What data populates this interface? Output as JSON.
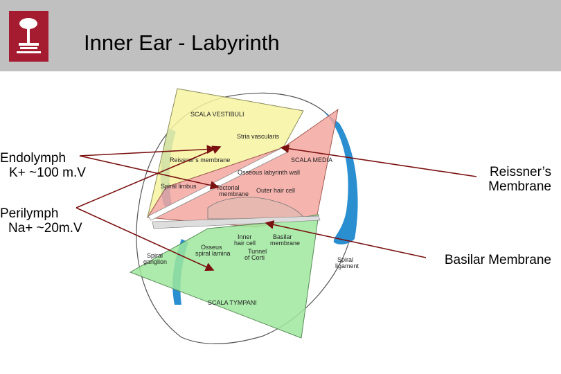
{
  "slide": {
    "title": "Inner Ear - Labyrinth"
  },
  "labels": {
    "endolymph": {
      "line1": "Endolymph",
      "line2": "K+ ~100 m.V"
    },
    "perilymph": {
      "line1": "Perilymph",
      "line2": "Na+ ~20m.V"
    },
    "reissner": {
      "line1": "Reissner’s",
      "line2": "Membrane"
    },
    "basilar": {
      "line1": "Basilar Membrane"
    }
  },
  "figure": {
    "scala_vestibuli": "SCALA VESTIBULI",
    "stria_vascularis": "Stria vascularis",
    "reissners_membrane": "Reissner's membrane",
    "scala_media": "SCALA MEDIA",
    "osseous_wall": "Osseous labyrinth wall",
    "spiral_limbus": "Spiral limbus",
    "tectorial_1": "Tectorial",
    "tectorial_2": "membrane",
    "outer_hair_cell": "Outer hair cell",
    "inner_hair_cell_1": "Inner",
    "inner_hair_cell_2": "hair cell",
    "basilar_membrane_1": "Basilar",
    "basilar_membrane_2": "membrane",
    "osseous_spiral_1": "Osseus",
    "osseous_spiral_2": "spiral lamina",
    "tunnel_1": "Tunnel",
    "tunnel_2": "of Corti",
    "spiral_ganglion_1": "Spiral",
    "spiral_ganglion_2": "ganglion",
    "spiral_ligament_1": "Spiral",
    "spiral_ligament_2": "ligament",
    "scala_tympani": "SCALA TYMPANI"
  },
  "colors": {
    "header_bg": "#c0c0c0",
    "logo": "#a51c30",
    "endolymph_region": "#f4a7a0",
    "vestibuli_region": "#f6f3a0",
    "tympani_region": "#9ee89c",
    "bone_blue": "#2a8fd1",
    "arrow": "#7a1010"
  }
}
